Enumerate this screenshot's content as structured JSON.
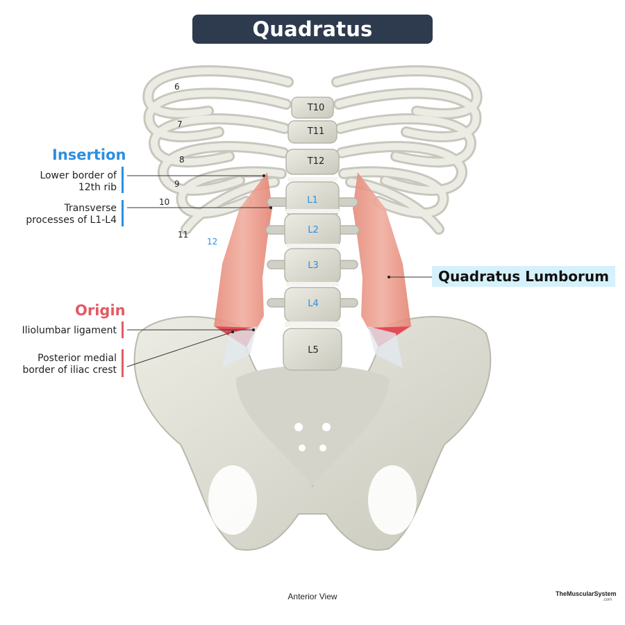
{
  "title": "Quadratus Lumborum",
  "insertion": {
    "heading": "Insertion",
    "items": [
      {
        "label_1": "Lower border of",
        "label_2": "12th rib"
      },
      {
        "label_1": "Transverse",
        "label_2": "processes of L1-L4"
      }
    ]
  },
  "origin": {
    "heading": "Origin",
    "items": [
      {
        "label_1": "Iliolumbar ligament"
      },
      {
        "label_1": "Posterior medial",
        "label_2": "border of iliac crest"
      }
    ]
  },
  "muscle_label": "Quadratus Lumborum",
  "vertebrae": [
    "T10",
    "T11",
    "T12",
    "L1",
    "L2",
    "L3",
    "L4",
    "L5"
  ],
  "ribs": [
    "6",
    "7",
    "8",
    "9",
    "10",
    "11",
    "12"
  ],
  "caption": "Anterior View",
  "brand": "TheMuscularSystem",
  "brand_suffix": ".com",
  "colors": {
    "insertion": "#2b8fe0",
    "origin": "#e35a64",
    "title_bg": "#2e3b4e",
    "label_box": "#d5f1fb",
    "bone": "#dcdcd2",
    "muscle": "#e99584"
  }
}
